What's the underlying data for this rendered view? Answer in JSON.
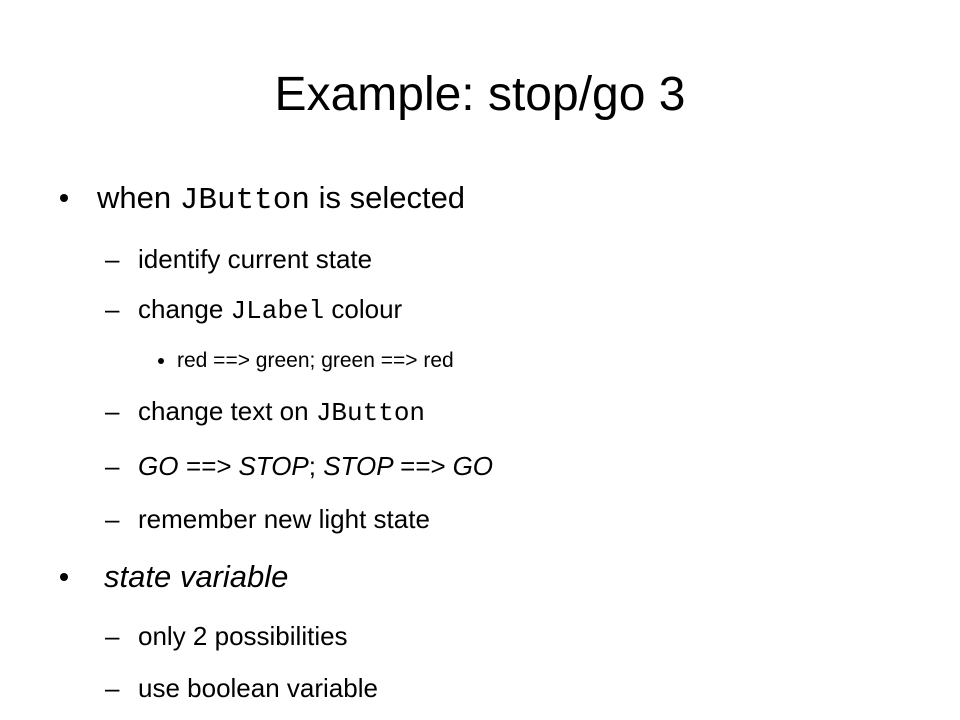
{
  "slide": {
    "title": "Example: stop/go 3",
    "items": {
      "b1": {
        "pre": "when ",
        "code": "JButton",
        "post": " is selected"
      },
      "s1": {
        "text": "identify current state"
      },
      "s2": {
        "pre": "change ",
        "code": "JLabel",
        "post": " colour"
      },
      "ss1": {
        "text": "red ==> green; green ==> red"
      },
      "s3": {
        "pre": "change text on ",
        "code": "JButton"
      },
      "s4": {
        "a": "GO ==> STOP",
        "sep": "; ",
        "b": "STOP ==> GO"
      },
      "s5": {
        "text": "remember new light state"
      },
      "b2": {
        "text": "state variable"
      },
      "s6": {
        "text": "only 2 possibilities"
      },
      "s7": {
        "text": "use boolean variable"
      }
    },
    "dash": "–"
  }
}
